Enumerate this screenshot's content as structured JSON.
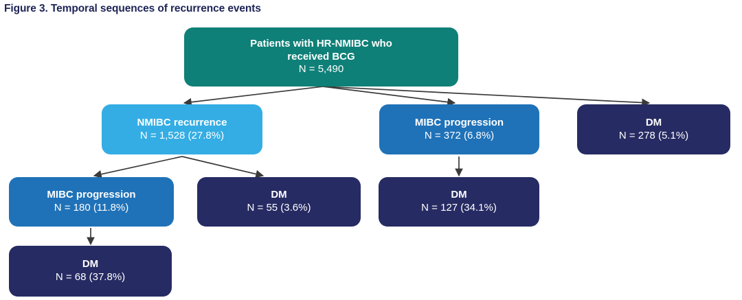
{
  "figure": {
    "title": "Figure 3. Temporal sequences of recurrence events",
    "title_color": "#1d2456"
  },
  "palette": {
    "green": "#0f8077",
    "light_blue": "#34ade4",
    "medium_blue": "#1f72b8",
    "navy": "#262b63",
    "arrow": "#3a3a3a",
    "background": "#ffffff"
  },
  "nodes": {
    "root": {
      "label": "Patients with HR-NMIBC who received BCG",
      "line1": "Patients with HR-NMIBC who",
      "line2": "received BCG",
      "count_text": "N = 5,490",
      "n": 5490,
      "percent": null,
      "color": "#0f8077"
    },
    "nmibc_recurrence": {
      "label": "NMIBC recurrence",
      "count_text": "N = 1,528 (27.8%)",
      "n": 1528,
      "percent": 27.8,
      "color": "#34ade4"
    },
    "mibc_progression": {
      "label": "MIBC progression",
      "count_text": "N = 372 (6.8%)",
      "n": 372,
      "percent": 6.8,
      "color": "#1f72b8"
    },
    "dm_direct": {
      "label": "DM",
      "count_text": "N = 278 (5.1%)",
      "n": 278,
      "percent": 5.1,
      "color": "#262b63"
    },
    "mibc_after_nmibc": {
      "label": "MIBC progression",
      "count_text": "N = 180 (11.8%)",
      "n": 180,
      "percent": 11.8,
      "color": "#1f72b8"
    },
    "dm_after_nmibc": {
      "label": "DM",
      "count_text": "N = 55 (3.6%)",
      "n": 55,
      "percent": 3.6,
      "color": "#262b63"
    },
    "dm_after_mibc": {
      "label": "DM",
      "count_text": "N = 127 (34.1%)",
      "n": 127,
      "percent": 34.1,
      "color": "#262b63"
    },
    "dm_after_nmibc_mibc": {
      "label": "DM",
      "count_text": "N = 68 (37.8%)",
      "n": 68,
      "percent": 37.8,
      "color": "#262b63"
    }
  },
  "edges": [
    {
      "from": "root",
      "to": "nmibc_recurrence"
    },
    {
      "from": "root",
      "to": "mibc_progression"
    },
    {
      "from": "root",
      "to": "dm_direct"
    },
    {
      "from": "nmibc_recurrence",
      "to": "mibc_after_nmibc"
    },
    {
      "from": "nmibc_recurrence",
      "to": "dm_after_nmibc"
    },
    {
      "from": "mibc_progression",
      "to": "dm_after_mibc"
    },
    {
      "from": "mibc_after_nmibc",
      "to": "dm_after_nmibc_mibc"
    }
  ]
}
